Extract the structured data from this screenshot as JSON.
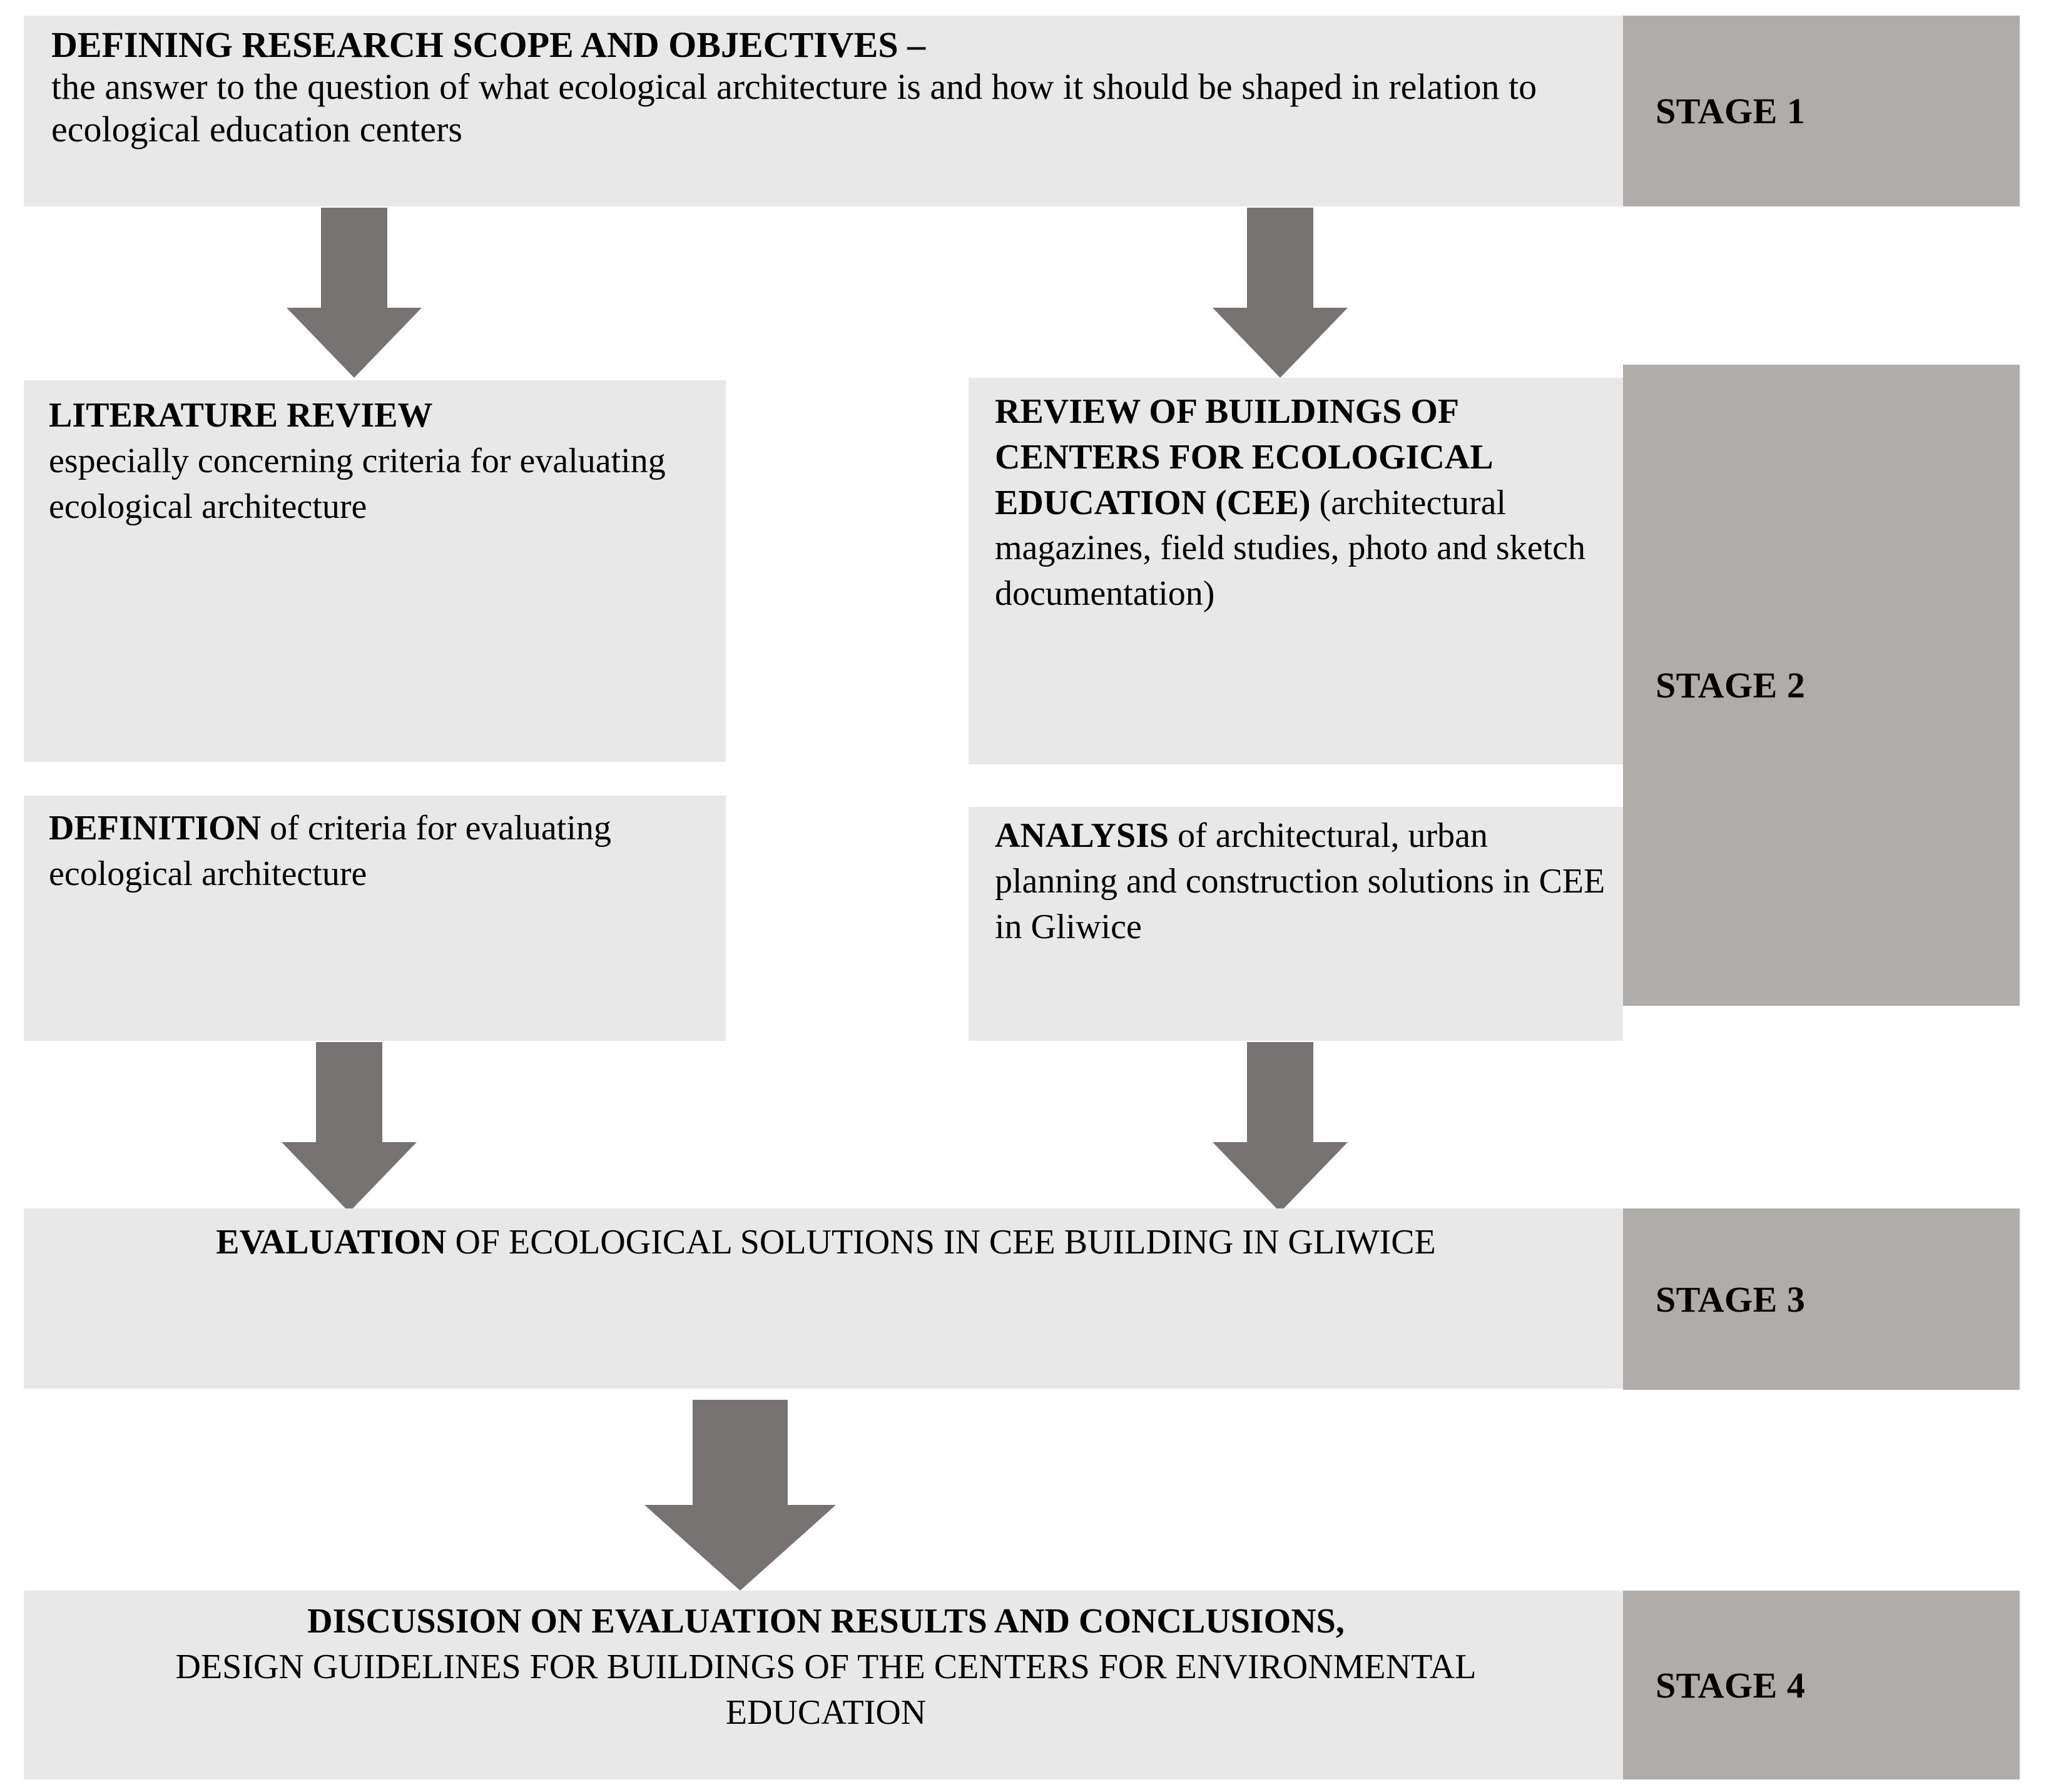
{
  "diagram": {
    "title": "Research methodology flowchart",
    "colors": {
      "box_fill": "#E8E8E8",
      "stage_fill": "#B0ACA9",
      "arrow_fill": "#767372",
      "text": "#000000"
    },
    "stage_labels": {
      "stage1": "STAGE 1",
      "stage2": "STAGE 2",
      "stage3": "STAGE 3",
      "stage4": "STAGE 4"
    },
    "boxes": {
      "scope": {
        "heading": "DEFINING RESEARCH SCOPE AND OBJECTIVES",
        "dash": " –",
        "body": "the answer to the question of what ecological architecture is and how it should be shaped in relation to ecological education centers"
      },
      "literature": {
        "heading": "LITERATURE REVIEW",
        "body": "especially concerning criteria for evaluating ecological architecture"
      },
      "review_buildings": {
        "heading": "REVIEW OF BUILDINGS OF CENTERS FOR ECOLOGICAL EDUCATION (CEE)",
        "body": " (architectural magazines, field studies, photo and sketch documentation)"
      },
      "definition": {
        "heading": "DEFINITION",
        "body": " of criteria for evaluating ecological architecture"
      },
      "analysis": {
        "heading": "ANALYSIS",
        "body": " of architectural, urban planning and construction solutions in CEE in Gliwice"
      },
      "evaluation": {
        "heading": "EVALUATION",
        "body": " OF ECOLOGICAL SOLUTIONS IN CEE BUILDING IN GLIWICE"
      },
      "discussion": {
        "heading": "DISCUSSION ON EVALUATION RESULTS AND CONCLUSIONS,",
        "body": "DESIGN GUIDELINES FOR BUILDINGS OF THE CENTERS FOR ENVIRONMENTAL EDUCATION"
      }
    },
    "arrows": [
      {
        "name": "arrow-scope-to-literature"
      },
      {
        "name": "arrow-scope-to-review"
      },
      {
        "name": "arrow-definition-to-evaluation"
      },
      {
        "name": "arrow-analysis-to-evaluation"
      },
      {
        "name": "arrow-evaluation-to-discussion"
      }
    ]
  }
}
